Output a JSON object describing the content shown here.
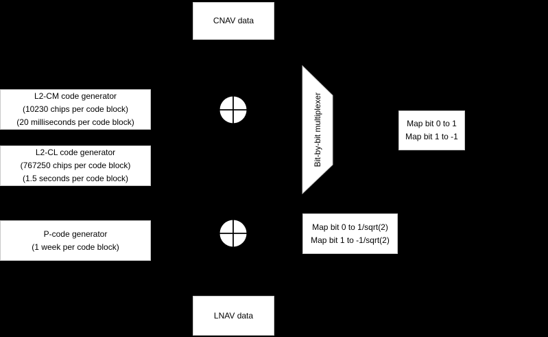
{
  "colors": {
    "background": "#000000",
    "node_fill": "#ffffff",
    "node_border": "#c9c9c9",
    "text": "#000000"
  },
  "diagram": {
    "nodes": {
      "cnav": {
        "label": "CNAV data"
      },
      "l2cm": {
        "lines": [
          "L2-CM code generator",
          "(10230 chips per code block)",
          "(20 milliseconds per code block)"
        ]
      },
      "l2cl": {
        "lines": [
          "L2-CL code generator",
          "(767250 chips per code block)",
          "(1.5 seconds per code block)"
        ]
      },
      "pcode": {
        "lines": [
          "P-code generator",
          "(1 week per code block)"
        ]
      },
      "lnav": {
        "label": "LNAV data"
      },
      "map_bpsk": {
        "lines": [
          "Map bit 0 to 1",
          "Map bit 1 to -1"
        ]
      },
      "map_sqrt2": {
        "lines": [
          "Map bit 0 to 1/sqrt(2)",
          "Map bit 1 to -1/sqrt(2)"
        ]
      },
      "multiplexer": {
        "label": "Bit-by-bit multiplexer"
      }
    },
    "icons": {
      "xor_symbol": "circle-plus modulo-2 adder"
    }
  }
}
